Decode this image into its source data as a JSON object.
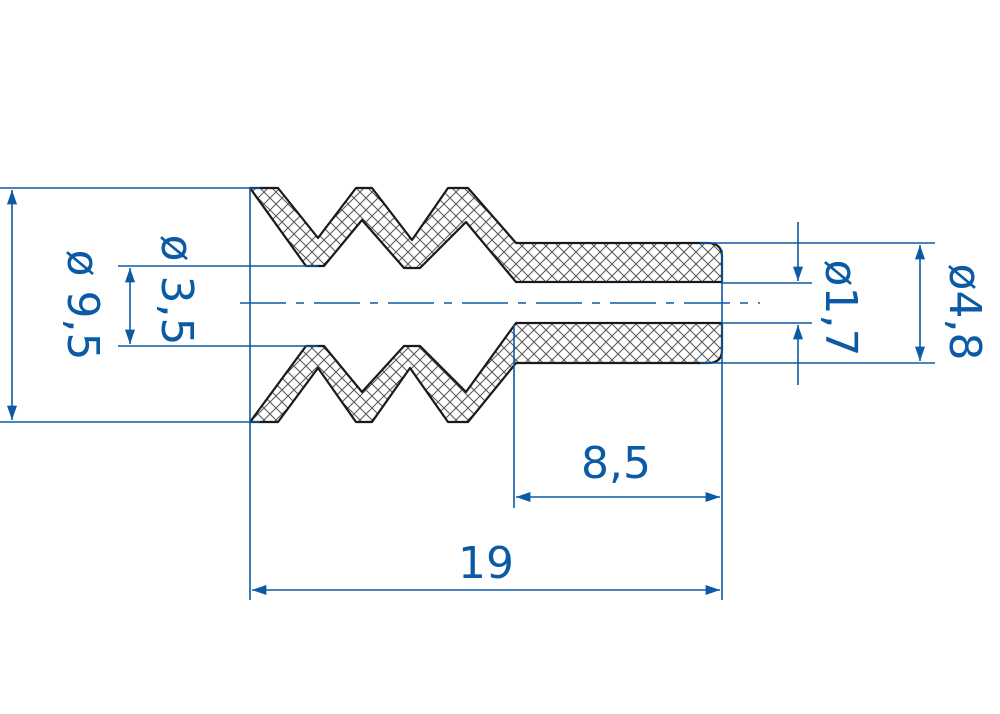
{
  "colors": {
    "dimension": "#0b5aa6",
    "outline": "#1a1a1a",
    "hatch": "#555555"
  },
  "dimensions": {
    "outer_diameter": "ø 9,5",
    "inner_diameter": "ø 3,5",
    "tip_inner_diameter": "ø1,7",
    "tip_outer_diameter": "ø4,8",
    "tip_length": "8,5",
    "total_length": "19"
  }
}
